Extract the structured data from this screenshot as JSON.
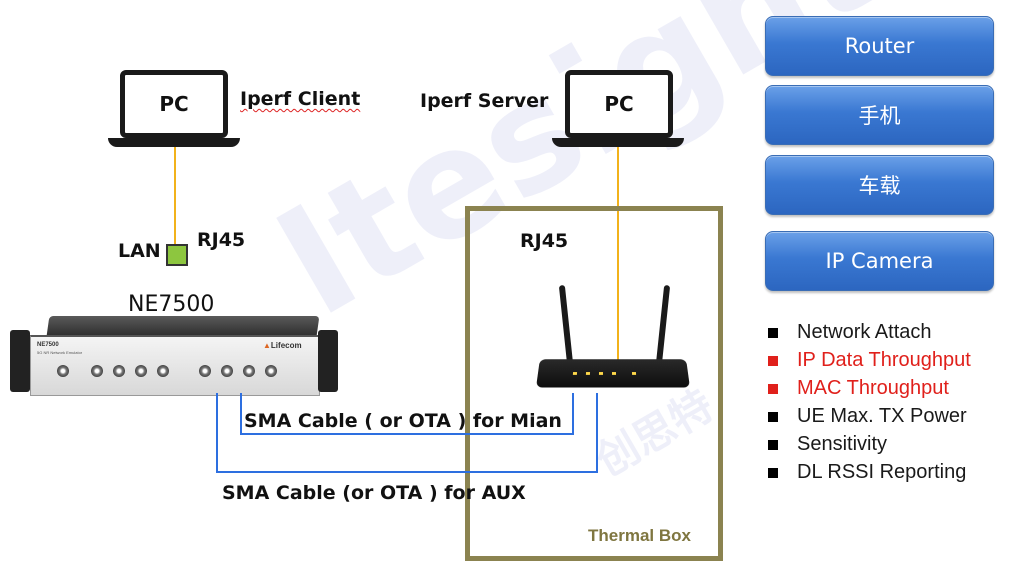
{
  "pc_client": {
    "screen_label": "PC",
    "role_label": "Iperf Client"
  },
  "pc_server": {
    "screen_label": "PC",
    "role_label": "Iperf Server"
  },
  "lan_port": {
    "lan_label": "LAN",
    "rj45_label": "RJ45"
  },
  "router_port": {
    "rj45_label": "RJ45"
  },
  "instrument": {
    "model_label": "NE7500",
    "brand_label": "Lifecom",
    "front_model": "NE7500",
    "front_subtitle": "5G NR Network Emulator"
  },
  "cables": {
    "main_label": "SMA Cable ( or OTA ) for Mian",
    "aux_label": "SMA Cable (or OTA ) for AUX"
  },
  "thermal_box": {
    "label": "Thermal Box",
    "border_color": "#8b8350"
  },
  "device_buttons": [
    {
      "label": "Router"
    },
    {
      "label": "手机"
    },
    {
      "label": "车载"
    },
    {
      "label": "IP Camera"
    }
  ],
  "features": [
    {
      "label": "Network Attach",
      "highlight": false
    },
    {
      "label": "IP Data Throughput",
      "highlight": true
    },
    {
      "label": "MAC Throughput",
      "highlight": true
    },
    {
      "label": "UE Max. TX Power",
      "highlight": false
    },
    {
      "label": "Sensitivity",
      "highlight": false
    },
    {
      "label": "DL RSSI Reporting",
      "highlight": false
    }
  ],
  "watermark": {
    "brand": "Itesight",
    "chinese": "创思特"
  },
  "colors": {
    "ethernet_line": "#f2b21b",
    "rf_cable": "#2d6fe0",
    "button_blue": "#3a78d2",
    "highlight_red": "#e0201b",
    "lan_port_green": "#8dc63f"
  }
}
